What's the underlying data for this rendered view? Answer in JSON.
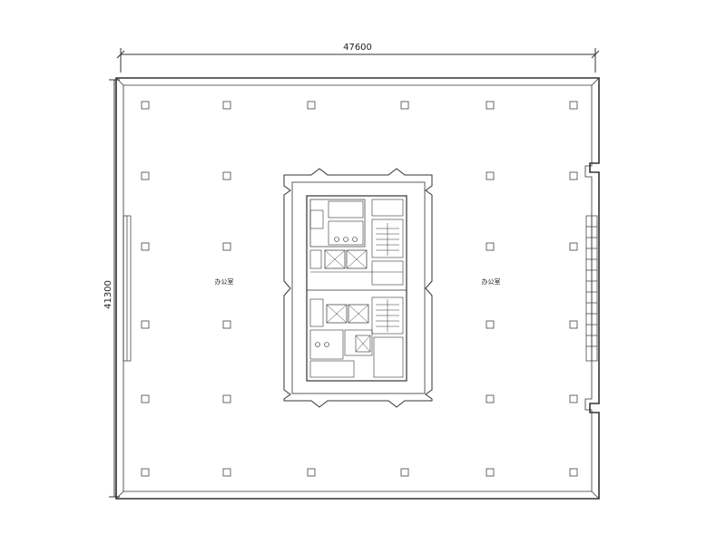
{
  "dimensions": {
    "width_label": "47600",
    "depth_label": "41300"
  },
  "rooms": {
    "office_west": "办公室",
    "office_east": "办公室"
  },
  "colors": {
    "line": "#333333",
    "background": "#ffffff"
  }
}
